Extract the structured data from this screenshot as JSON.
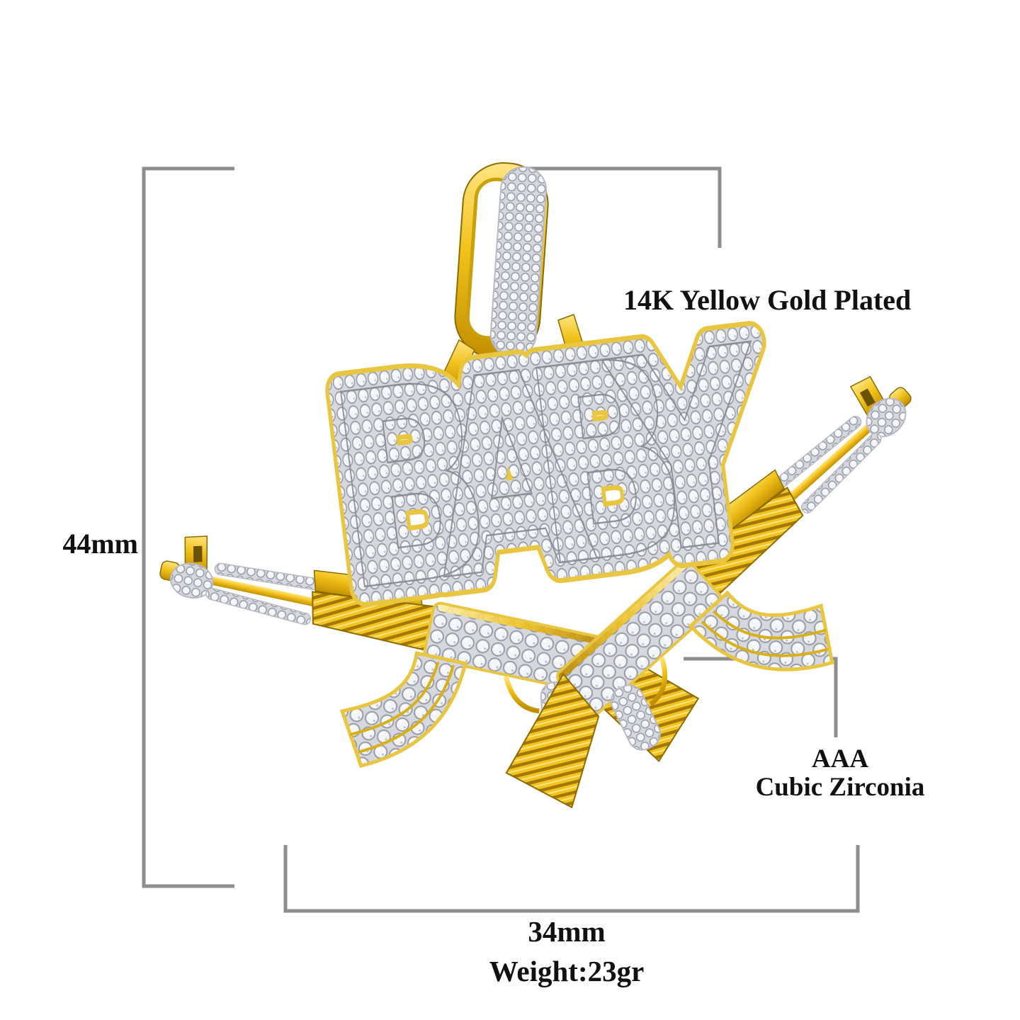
{
  "product": {
    "pendant_text": "BABY",
    "material_label": "14K Yellow Gold Plated",
    "stone_label_line1": "AAA",
    "stone_label_line2": "Cubic Zirconia",
    "height_label": "44mm",
    "width_label": "34mm",
    "weight_label": "Weight:23gr"
  },
  "colors": {
    "background": "#FFFFFF",
    "gold": "#F2C31C",
    "gold_highlight": "#FFE584",
    "gold_shadow": "#C28E00",
    "gold_groove": "#8F6B00",
    "stone_white": "#F4F5F8",
    "stone_gap": "#9A9CA8",
    "dimension_line": "#8E8E8E",
    "label_text": "#111111"
  }
}
